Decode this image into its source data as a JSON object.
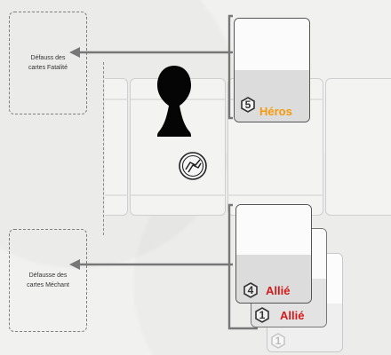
{
  "zones": {
    "fatality_discard": {
      "line1": "Défauss des",
      "line2": "cartes Fatalité"
    },
    "villain_discard": {
      "line1": "Défausse des",
      "line2": "cartes Méchant"
    }
  },
  "cards": {
    "hero": {
      "cost": "5",
      "label": "Héros",
      "label_color": "#f59a0c"
    },
    "ally_front": {
      "cost": "4",
      "label": "Allié",
      "label_color": "#d41a1a"
    },
    "ally_middle": {
      "cost": "1",
      "label": "Allié",
      "label_color": "#d41a1a"
    },
    "ally_back": {
      "cost": "1"
    }
  },
  "icons": {
    "pawn": "black-pawn-icon",
    "location": "location-token-icon"
  }
}
